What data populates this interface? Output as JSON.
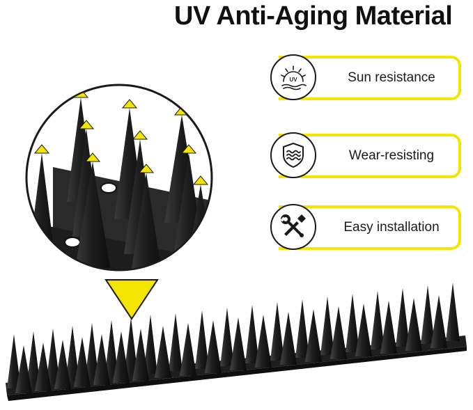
{
  "title": "UV Anti-Aging Material",
  "features": [
    {
      "label": "Sun resistance",
      "icon": "sun-uv-icon",
      "badge_text": "UV"
    },
    {
      "label": "Wear-resisting",
      "icon": "wear-shield-icon"
    },
    {
      "label": "Easy installation",
      "icon": "tools-icon"
    }
  ],
  "colors": {
    "accent": "#f4e500",
    "spike": "#1c1c1c",
    "text": "#111111"
  }
}
